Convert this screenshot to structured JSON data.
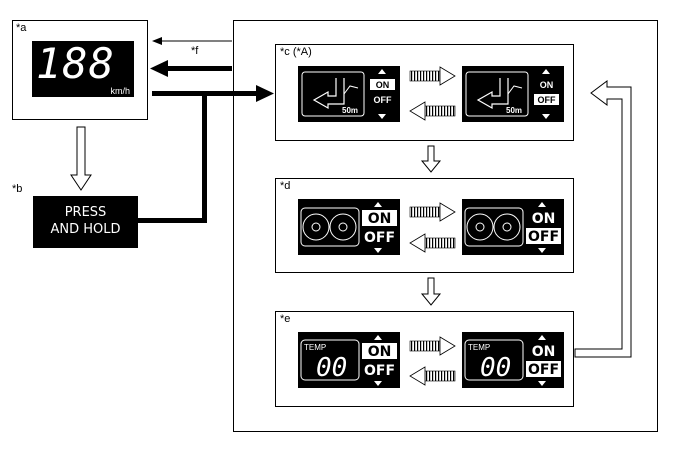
{
  "labels": {
    "a": "*a",
    "b": "*b",
    "c": "*c (*A)",
    "d": "*d",
    "e": "*e",
    "f": "*f"
  },
  "speedometer": {
    "digits": "188",
    "unit": "km/h"
  },
  "press_button": {
    "line1": "PRESS",
    "line2": "AND HOLD"
  },
  "nav_screen": {
    "distance": "50m"
  },
  "toggle": {
    "on": "ON",
    "off": "OFF"
  },
  "temp_screen": {
    "label": "TEMP",
    "value": "00"
  }
}
